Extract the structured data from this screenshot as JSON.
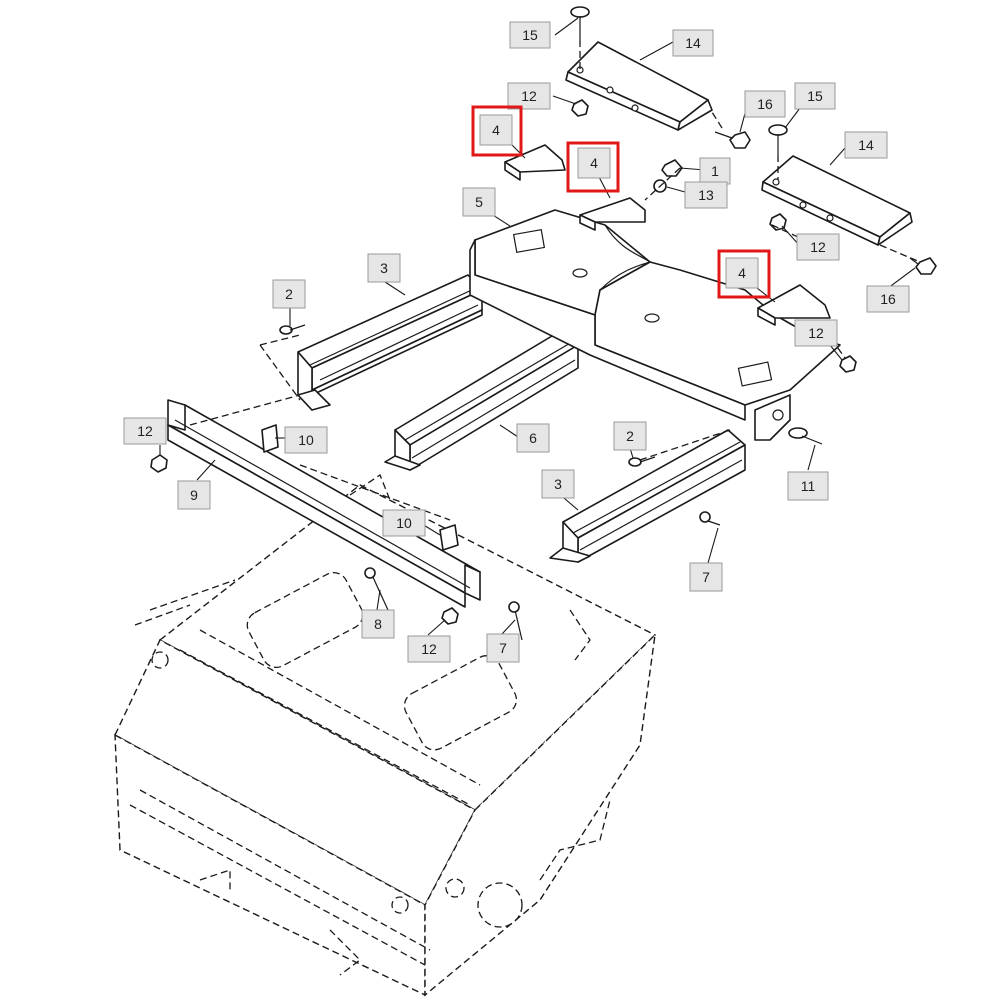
{
  "callouts": [
    {
      "id": "c15a",
      "label": "15"
    },
    {
      "id": "c14a",
      "label": "14"
    },
    {
      "id": "c12a",
      "label": "12"
    },
    {
      "id": "c16a",
      "label": "16"
    },
    {
      "id": "c15b",
      "label": "15"
    },
    {
      "id": "c4a",
      "label": "4"
    },
    {
      "id": "c4b",
      "label": "4"
    },
    {
      "id": "c1",
      "label": "1"
    },
    {
      "id": "c13",
      "label": "13"
    },
    {
      "id": "c14b",
      "label": "14"
    },
    {
      "id": "c5",
      "label": "5"
    },
    {
      "id": "c12b",
      "label": "12"
    },
    {
      "id": "c4c",
      "label": "4"
    },
    {
      "id": "c3a",
      "label": "3"
    },
    {
      "id": "c2a",
      "label": "2"
    },
    {
      "id": "c16b",
      "label": "16"
    },
    {
      "id": "c12c",
      "label": "12"
    },
    {
      "id": "c12d",
      "label": "12"
    },
    {
      "id": "c10a",
      "label": "10"
    },
    {
      "id": "c6",
      "label": "6"
    },
    {
      "id": "c2b",
      "label": "2"
    },
    {
      "id": "c11",
      "label": "11"
    },
    {
      "id": "c9",
      "label": "9"
    },
    {
      "id": "c3b",
      "label": "3"
    },
    {
      "id": "c10b",
      "label": "10"
    },
    {
      "id": "c7a",
      "label": "7"
    },
    {
      "id": "c8",
      "label": "8"
    },
    {
      "id": "c12e",
      "label": "12"
    },
    {
      "id": "c7b",
      "label": "7"
    }
  ],
  "highlight_color": "#e01818"
}
